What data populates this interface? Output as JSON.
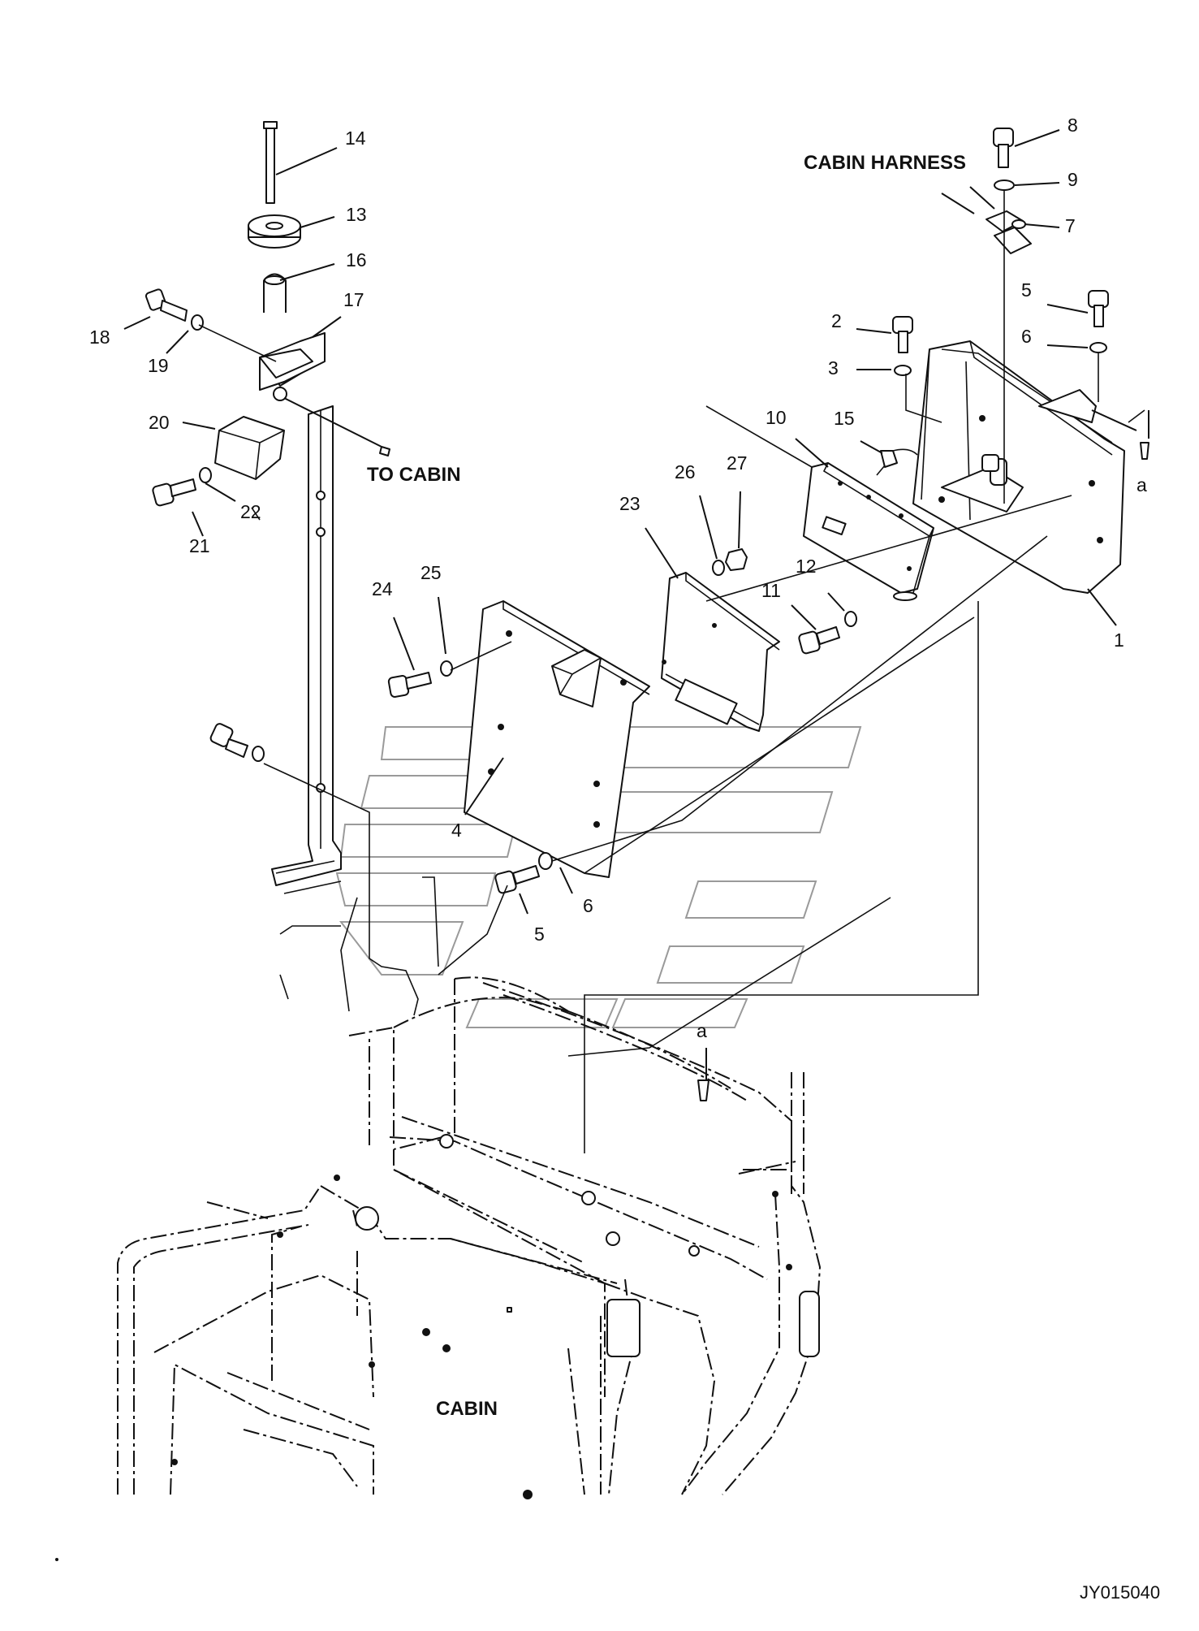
{
  "diagram": {
    "part_numbers": [
      "1",
      "2",
      "3",
      "4",
      "5",
      "6",
      "7",
      "8",
      "9",
      "10",
      "11",
      "12",
      "13",
      "14",
      "15",
      "16",
      "17",
      "18",
      "19",
      "20",
      "21",
      "22",
      "23",
      "24",
      "25",
      "26",
      "27"
    ],
    "callouts_repeated": {
      "n5b": "5",
      "n6b": "6"
    },
    "text_labels": {
      "cabin_harness": "CABIN HARNESS",
      "to_cabin": "TO CABIN",
      "cabin": "CABIN",
      "ref_a_top": "a",
      "ref_a_bottom": "a"
    },
    "drawing_code": "JY015040"
  }
}
